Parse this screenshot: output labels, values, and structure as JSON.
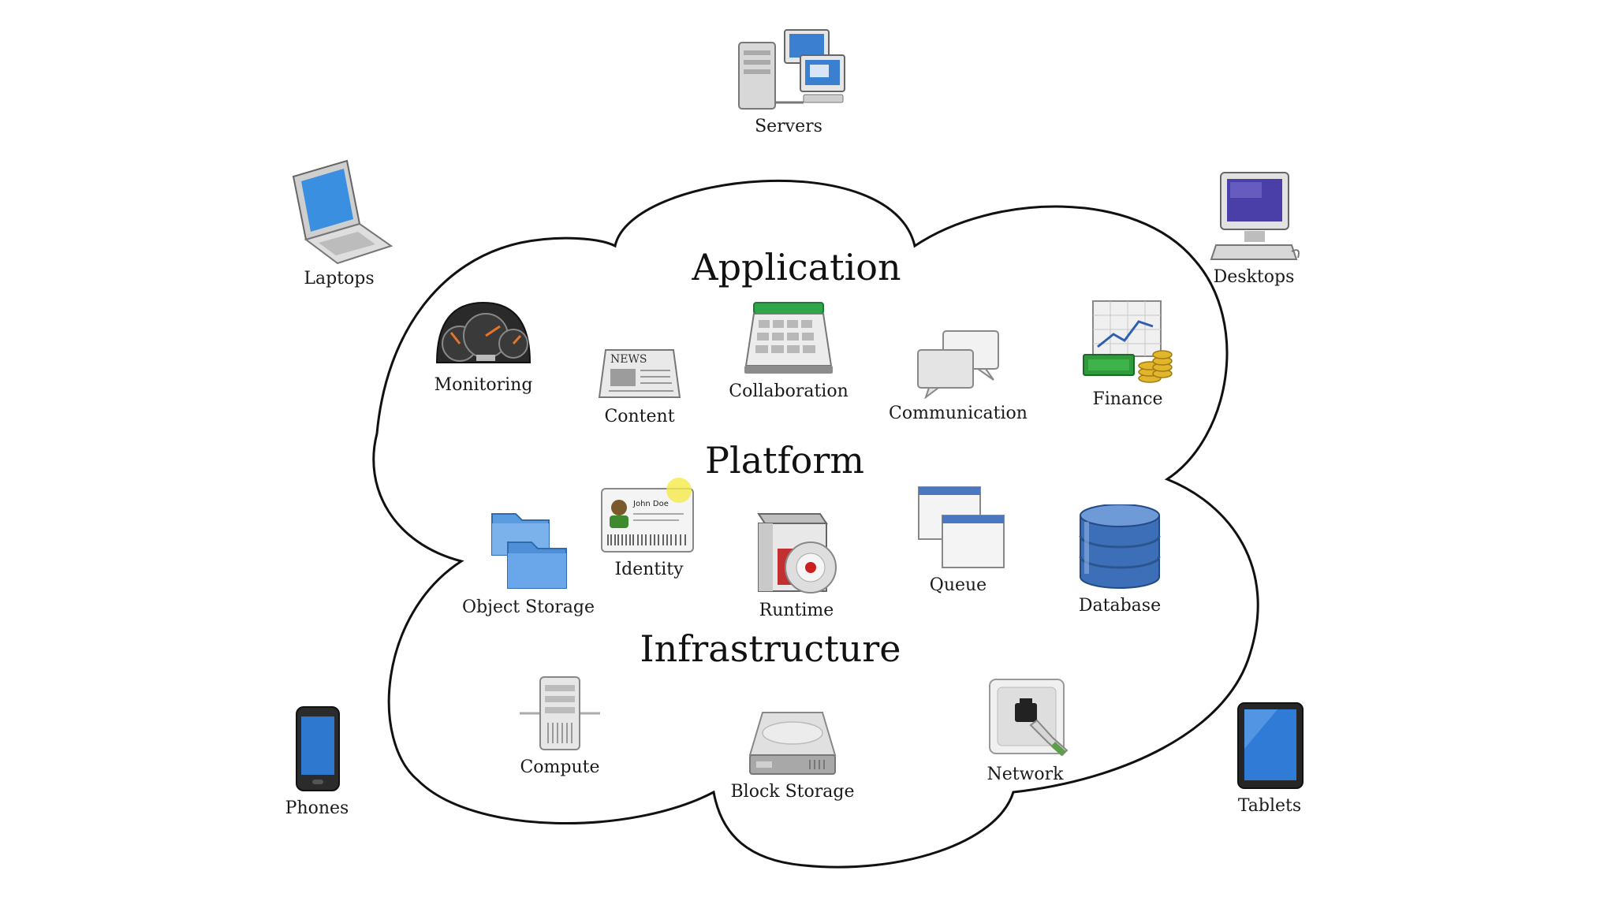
{
  "headings": {
    "application": "Application",
    "platform": "Platform",
    "infrastructure": "Infrastructure"
  },
  "devices": {
    "servers": "Servers",
    "laptops": "Laptops",
    "desktops": "Desktops",
    "phones": "Phones",
    "tablets": "Tablets"
  },
  "application": {
    "monitoring": "Monitoring",
    "content": "Content",
    "collaboration": "Collaboration",
    "communication": "Communication",
    "finance": "Finance"
  },
  "platform": {
    "object_storage": "Object Storage",
    "identity": "Identity",
    "identity_card_name": "John Doe",
    "runtime": "Runtime",
    "queue": "Queue",
    "database": "Database"
  },
  "infrastructure": {
    "compute": "Compute",
    "block_storage": "Block Storage",
    "network": "Network"
  },
  "content_icon_text": "NEWS",
  "colors": {
    "cloud_stroke": "#111111",
    "screen_blue": "#3a7fd0",
    "folder_blue": "#5b9be0",
    "database_blue": "#3d6fb8",
    "calendar_green": "#2fa64a",
    "money_green": "#2e9a3a",
    "coin_gold": "#e1b52c"
  }
}
